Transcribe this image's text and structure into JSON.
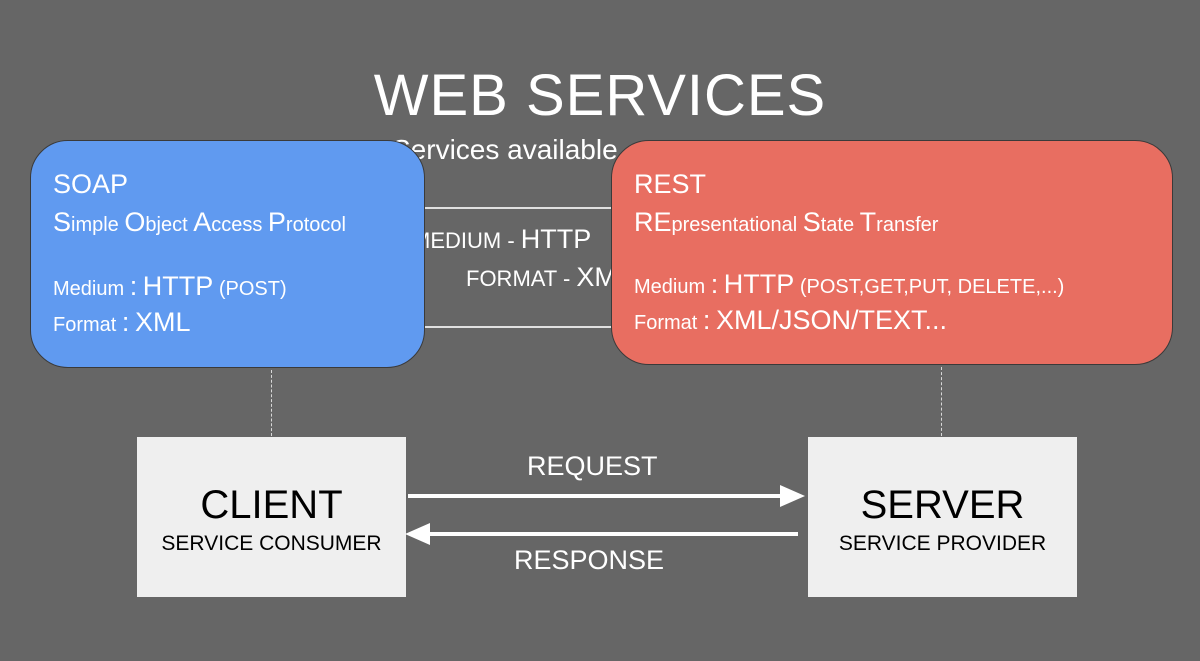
{
  "title": "WEB SERVICES",
  "subtitle": "Services available",
  "middle": {
    "medium_label": "MEDIUM",
    "medium_value": "HTTP",
    "format_label": "FORMAT",
    "format_value": "XML"
  },
  "soap": {
    "name": "SOAP",
    "full_name_parts": [
      "S",
      "imple ",
      "O",
      "bject ",
      "A",
      "ccess ",
      "P",
      "rotocol"
    ],
    "medium_label": "Medium",
    "medium_value": "HTTP",
    "medium_methods": "(POST)",
    "format_label": "Format",
    "format_value": "XML",
    "color": "#609af0"
  },
  "rest": {
    "name": "REST",
    "full_name_parts": [
      "RE",
      "presentational ",
      "S",
      "tate ",
      "T",
      "ransfer"
    ],
    "medium_label": "Medium",
    "medium_value": "HTTP",
    "medium_methods": "(POST,GET,PUT, DELETE,...)",
    "format_label": "Format",
    "format_value": "XML/JSON/TEXT...",
    "color": "#e86e61"
  },
  "client": {
    "title": "CLIENT",
    "subtitle": "SERVICE CONSUMER"
  },
  "server": {
    "title": "SERVER",
    "subtitle": "SERVICE PROVIDER"
  },
  "flows": {
    "request": "REQUEST",
    "response": "RESPONSE"
  },
  "colors": {
    "background": "#666666",
    "box": "#efefef"
  }
}
